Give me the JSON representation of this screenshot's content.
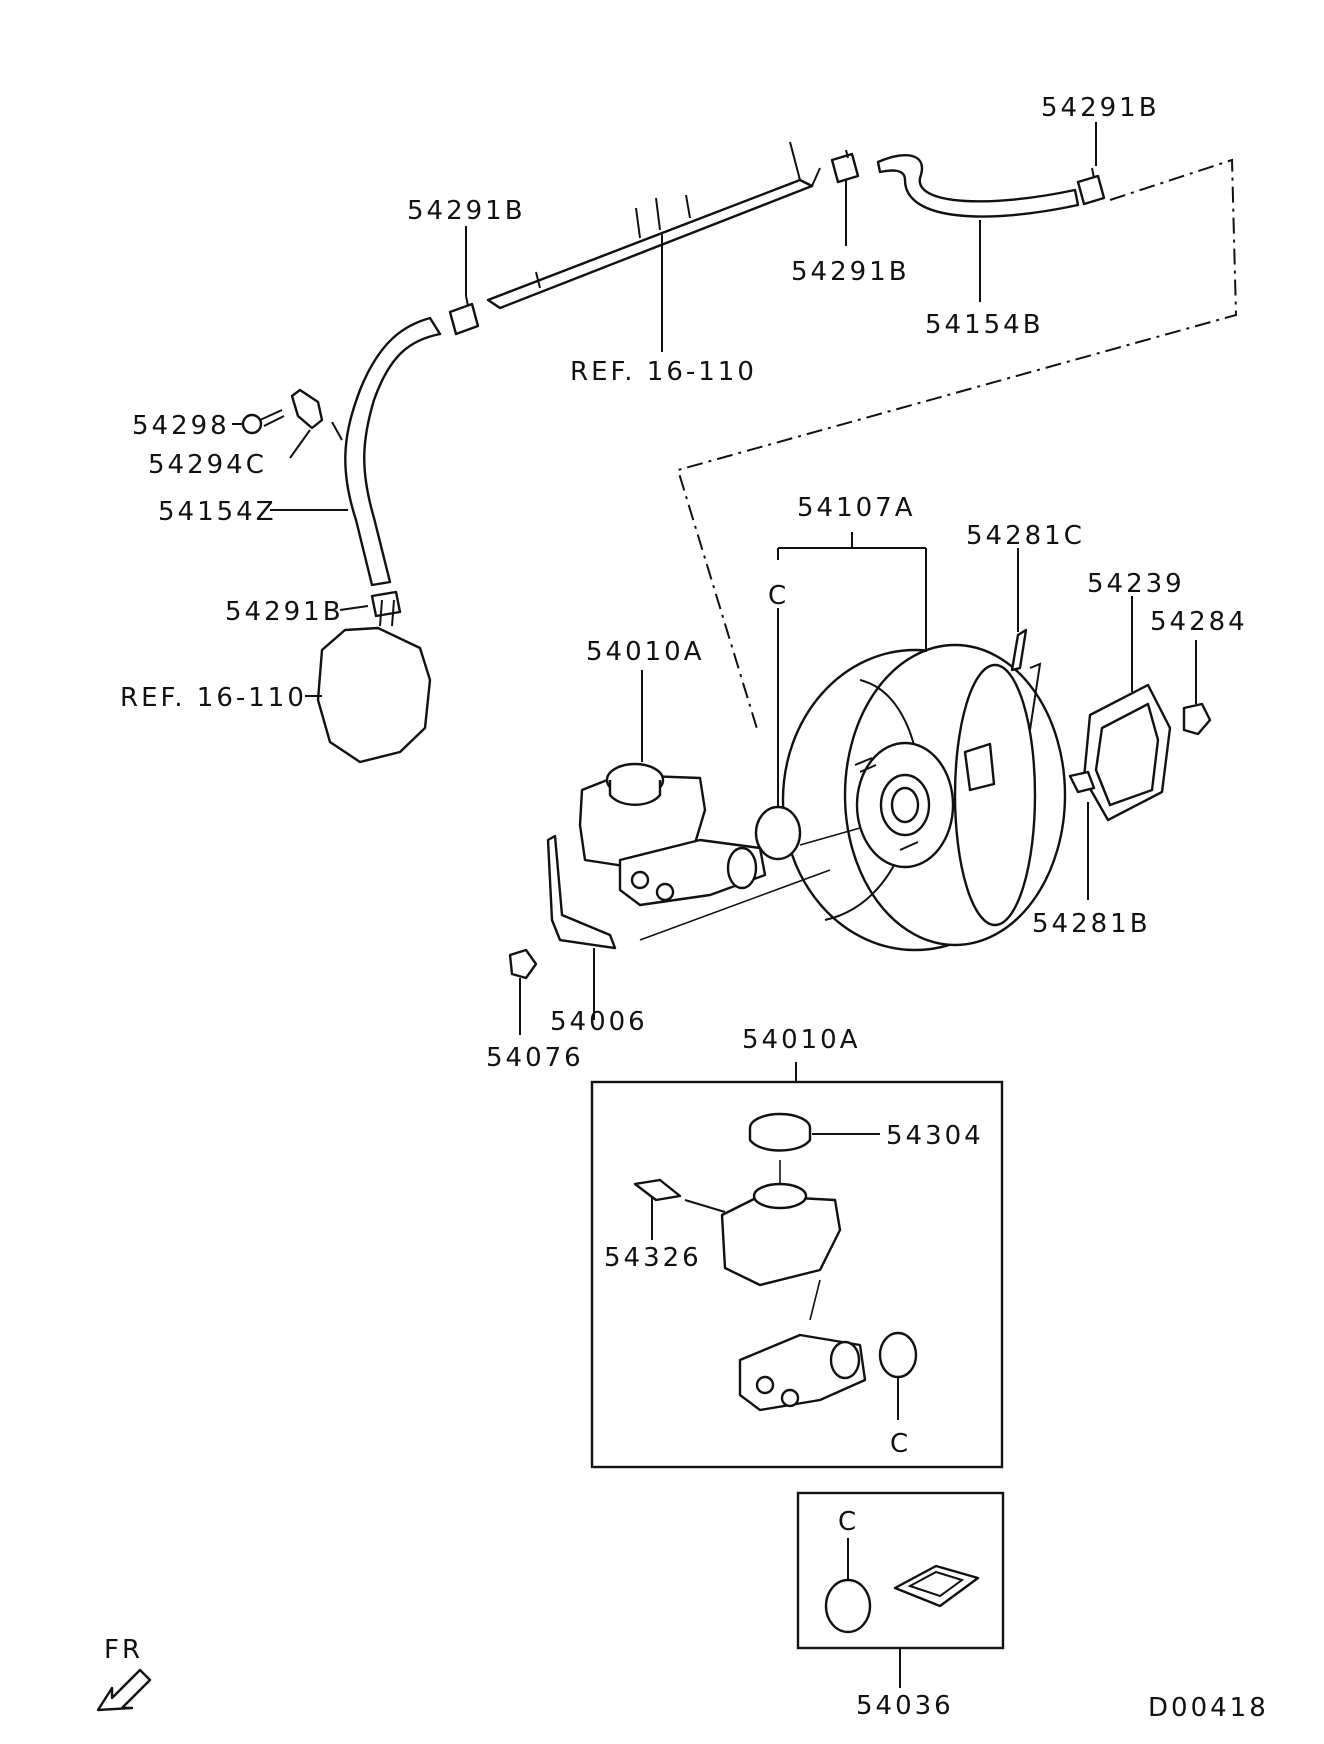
{
  "labels": {
    "clamp_top_right": "54291B",
    "clamp_pipe_left": "54291B",
    "clamp_pipe_right": "54291B",
    "hose_upper": "54154B",
    "ref_pipe": "REF. 16-110",
    "bolt": "54298",
    "clip": "54294C",
    "hose_lower": "54154Z",
    "clamp_bottom": "54291B",
    "ref_tank": "REF. 16-110",
    "booster": "54107A",
    "c_booster": "C",
    "check_valve": "54281C",
    "gasket": "54239",
    "nut_booster": "54284",
    "master_cyl": "54010A",
    "pin": "54281B",
    "bracket": "54006",
    "nut_bracket": "54076",
    "master_cyl_detail": "54010A",
    "cap": "54304",
    "strainer": "54326",
    "c_detail": "C",
    "c_kit": "C",
    "kit": "54036",
    "front": "FR",
    "diagram_id": "D00418"
  }
}
